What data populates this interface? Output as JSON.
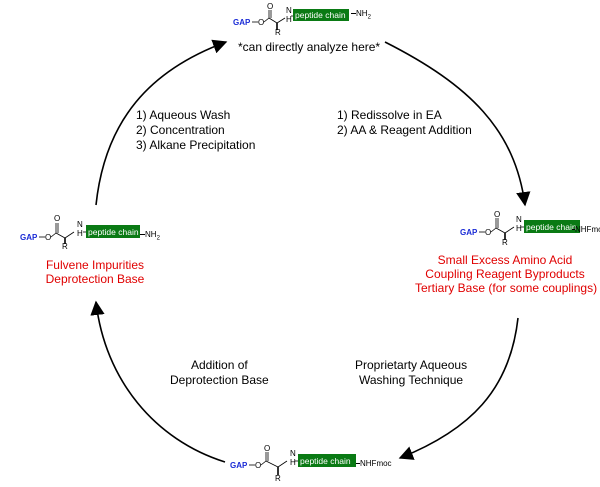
{
  "molecules": {
    "top": {
      "gap": "GAP",
      "o1": "O",
      "o2": "O",
      "n": "N",
      "h": "H",
      "r": "R",
      "chain": "peptide chain",
      "terminus": "NH",
      "sub": "2"
    },
    "right": {
      "gap": "GAP",
      "o1": "O",
      "o2": "O",
      "n": "N",
      "h": "H",
      "r": "R",
      "chain": "peptide chain",
      "terminus": "NHFmoc",
      "sub": ""
    },
    "bottom": {
      "gap": "GAP",
      "o1": "O",
      "o2": "O",
      "n": "N",
      "h": "H",
      "r": "R",
      "chain": "peptide chain",
      "terminus": "NHFmoc",
      "sub": ""
    },
    "left": {
      "gap": "GAP",
      "o1": "O",
      "o2": "O",
      "n": "N",
      "h": "H",
      "r": "R",
      "chain": "peptide chain",
      "terminus": "NH",
      "sub": "2"
    }
  },
  "top_note": "*can directly analyze here*",
  "steps": {
    "upper_left": [
      "1) Aqueous Wash",
      "2) Concentration",
      "3) Alkane Precipitation"
    ],
    "upper_right": [
      "1) Redissolve in EA",
      "2) AA & Reagent Addition"
    ],
    "lower_right": [
      "Proprietarty Aqueous",
      "Washing Technique"
    ],
    "lower_left": [
      "Addition of",
      "Deprotection Base"
    ]
  },
  "impurities": {
    "right": [
      "Small Excess Amino Acid",
      "Coupling Reagent Byproducts",
      "Tertiary Base (for some couplings)"
    ],
    "left": [
      "Fulvene Impurities",
      "Deprotection Base"
    ]
  },
  "colors": {
    "gap": "#1a2bd6",
    "chain_box": "#0a7a14",
    "impurity_text": "#e00000"
  }
}
